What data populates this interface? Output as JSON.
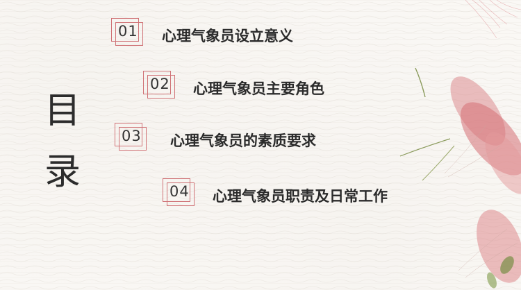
{
  "title": {
    "char1": "目",
    "char2": "录"
  },
  "items": [
    {
      "num": "01",
      "label": "心理气象员设立意义"
    },
    {
      "num": "02",
      "label": "心理气象员主要角色"
    },
    {
      "num": "03",
      "label": "心理气象员的素质要求"
    },
    {
      "num": "04",
      "label": "心理气象员职责及日常工作"
    }
  ],
  "colors": {
    "accent": "#d07276",
    "text": "#2b2b2b",
    "background": "#faf8f5"
  }
}
